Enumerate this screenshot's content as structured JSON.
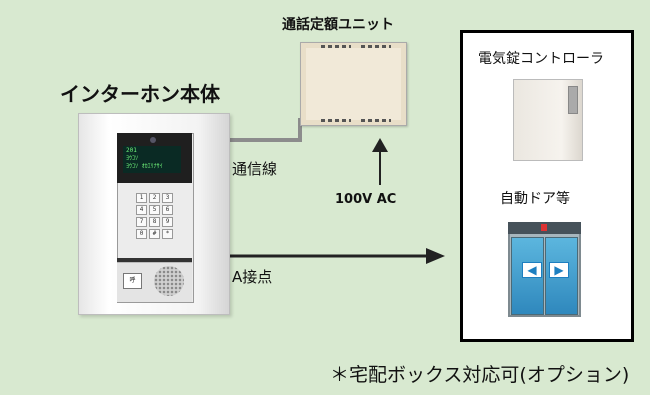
{
  "labels": {
    "intercom_title": "インターホン本体",
    "unit_title": "通話定額ユニット",
    "power": "100V AC",
    "wire": "通信線",
    "contact": "A接点",
    "lock_controller": "電気錠コントローラ",
    "auto_door": "自動ドア等",
    "footnote": "＊宅配ボックス対応可(オプション)"
  },
  "intercom": {
    "screen_lines": [
      "201",
      "ﾖｳｺｿ",
      "ﾖｳｺｿ ｵｶｴﾘﾅｻｲ"
    ],
    "keys": [
      "1",
      "2",
      "3",
      "4",
      "5",
      "6",
      "7",
      "8",
      "9",
      "0",
      "#",
      "*"
    ],
    "call_label": "呼"
  },
  "colors": {
    "background": "#d8e9d0",
    "wire": "#8c8c8c",
    "arrow": "#222222",
    "door_glass": "#3a95c8"
  }
}
